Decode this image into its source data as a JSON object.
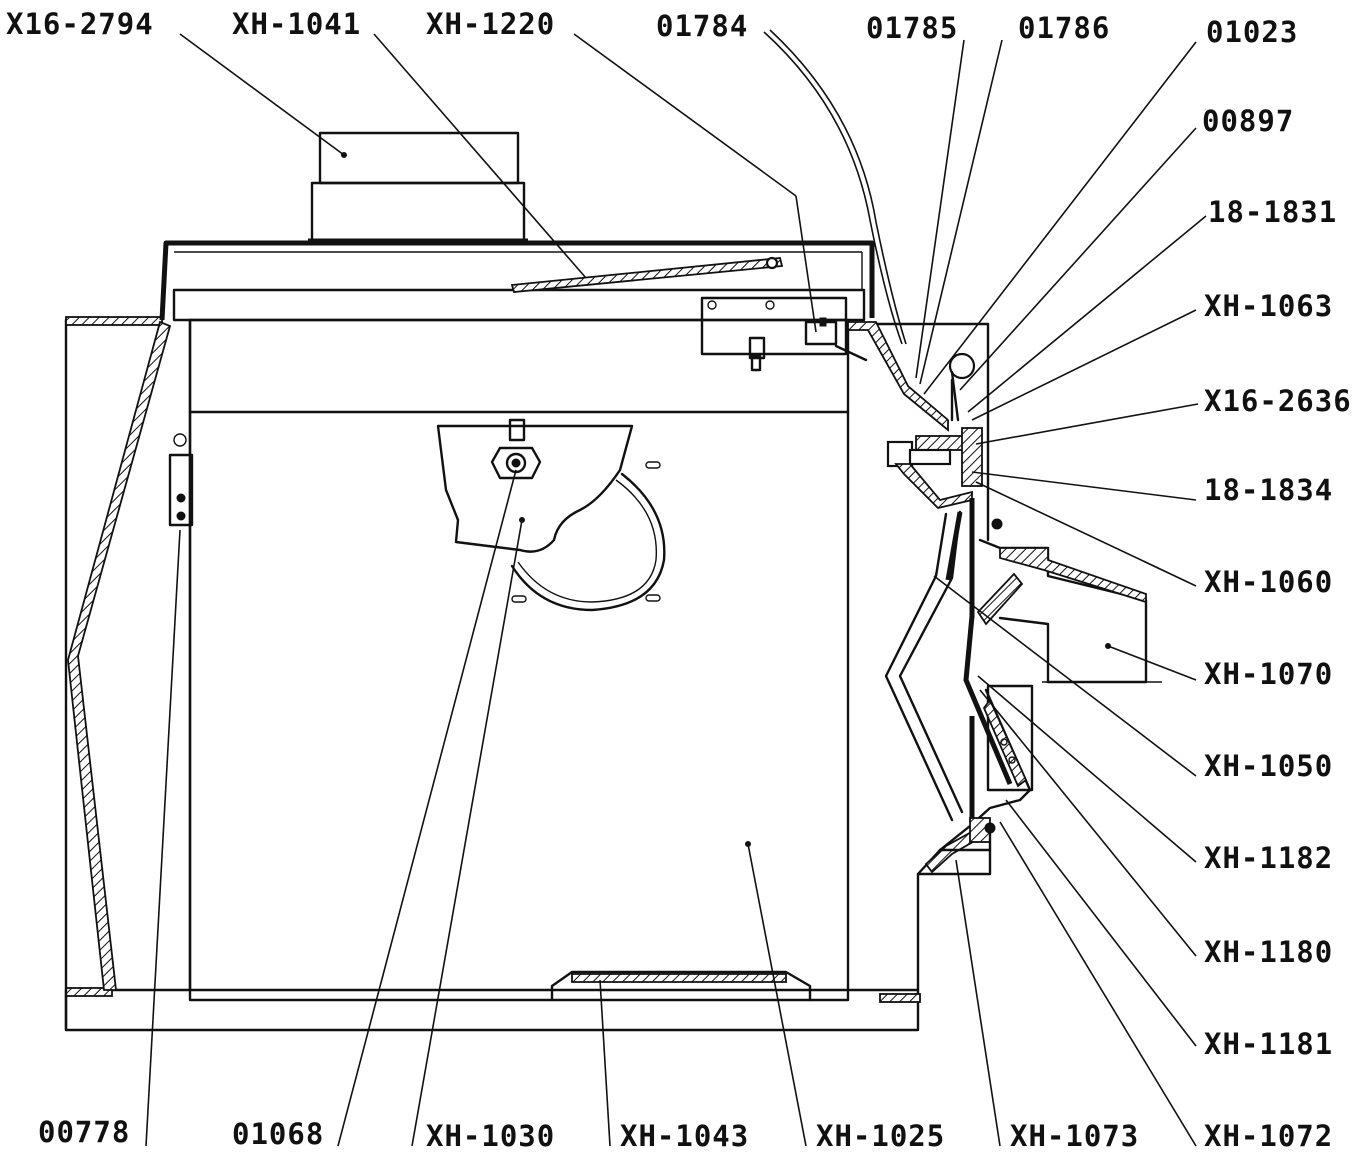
{
  "diagram": {
    "labels": {
      "x16_2794": "X16-2794",
      "xh_1041": "XH-1041",
      "xh_1220": "XH-1220",
      "p01784": "01784",
      "p01785": "01785",
      "p01786": "01786",
      "p01023": "01023",
      "p00897": "00897",
      "p18_1831": "18-1831",
      "xh_1063": "XH-1063",
      "x16_2636": "X16-2636",
      "p18_1834": "18-1834",
      "xh_1060": "XH-1060",
      "xh_1070": "XH-1070",
      "xh_1050": "XH-1050",
      "xh_1182": "XH-1182",
      "xh_1180": "XH-1180",
      "xh_1181": "XH-1181",
      "xh_1072": "XH-1072",
      "xh_1073": "XH-1073",
      "xh_1025": "XH-1025",
      "xh_1043": "XH-1043",
      "xh_1030": "XH-1030",
      "p01068": "01068",
      "p00778": "00778"
    },
    "colors": {
      "ink": "#111111",
      "paper": "#ffffff"
    }
  }
}
